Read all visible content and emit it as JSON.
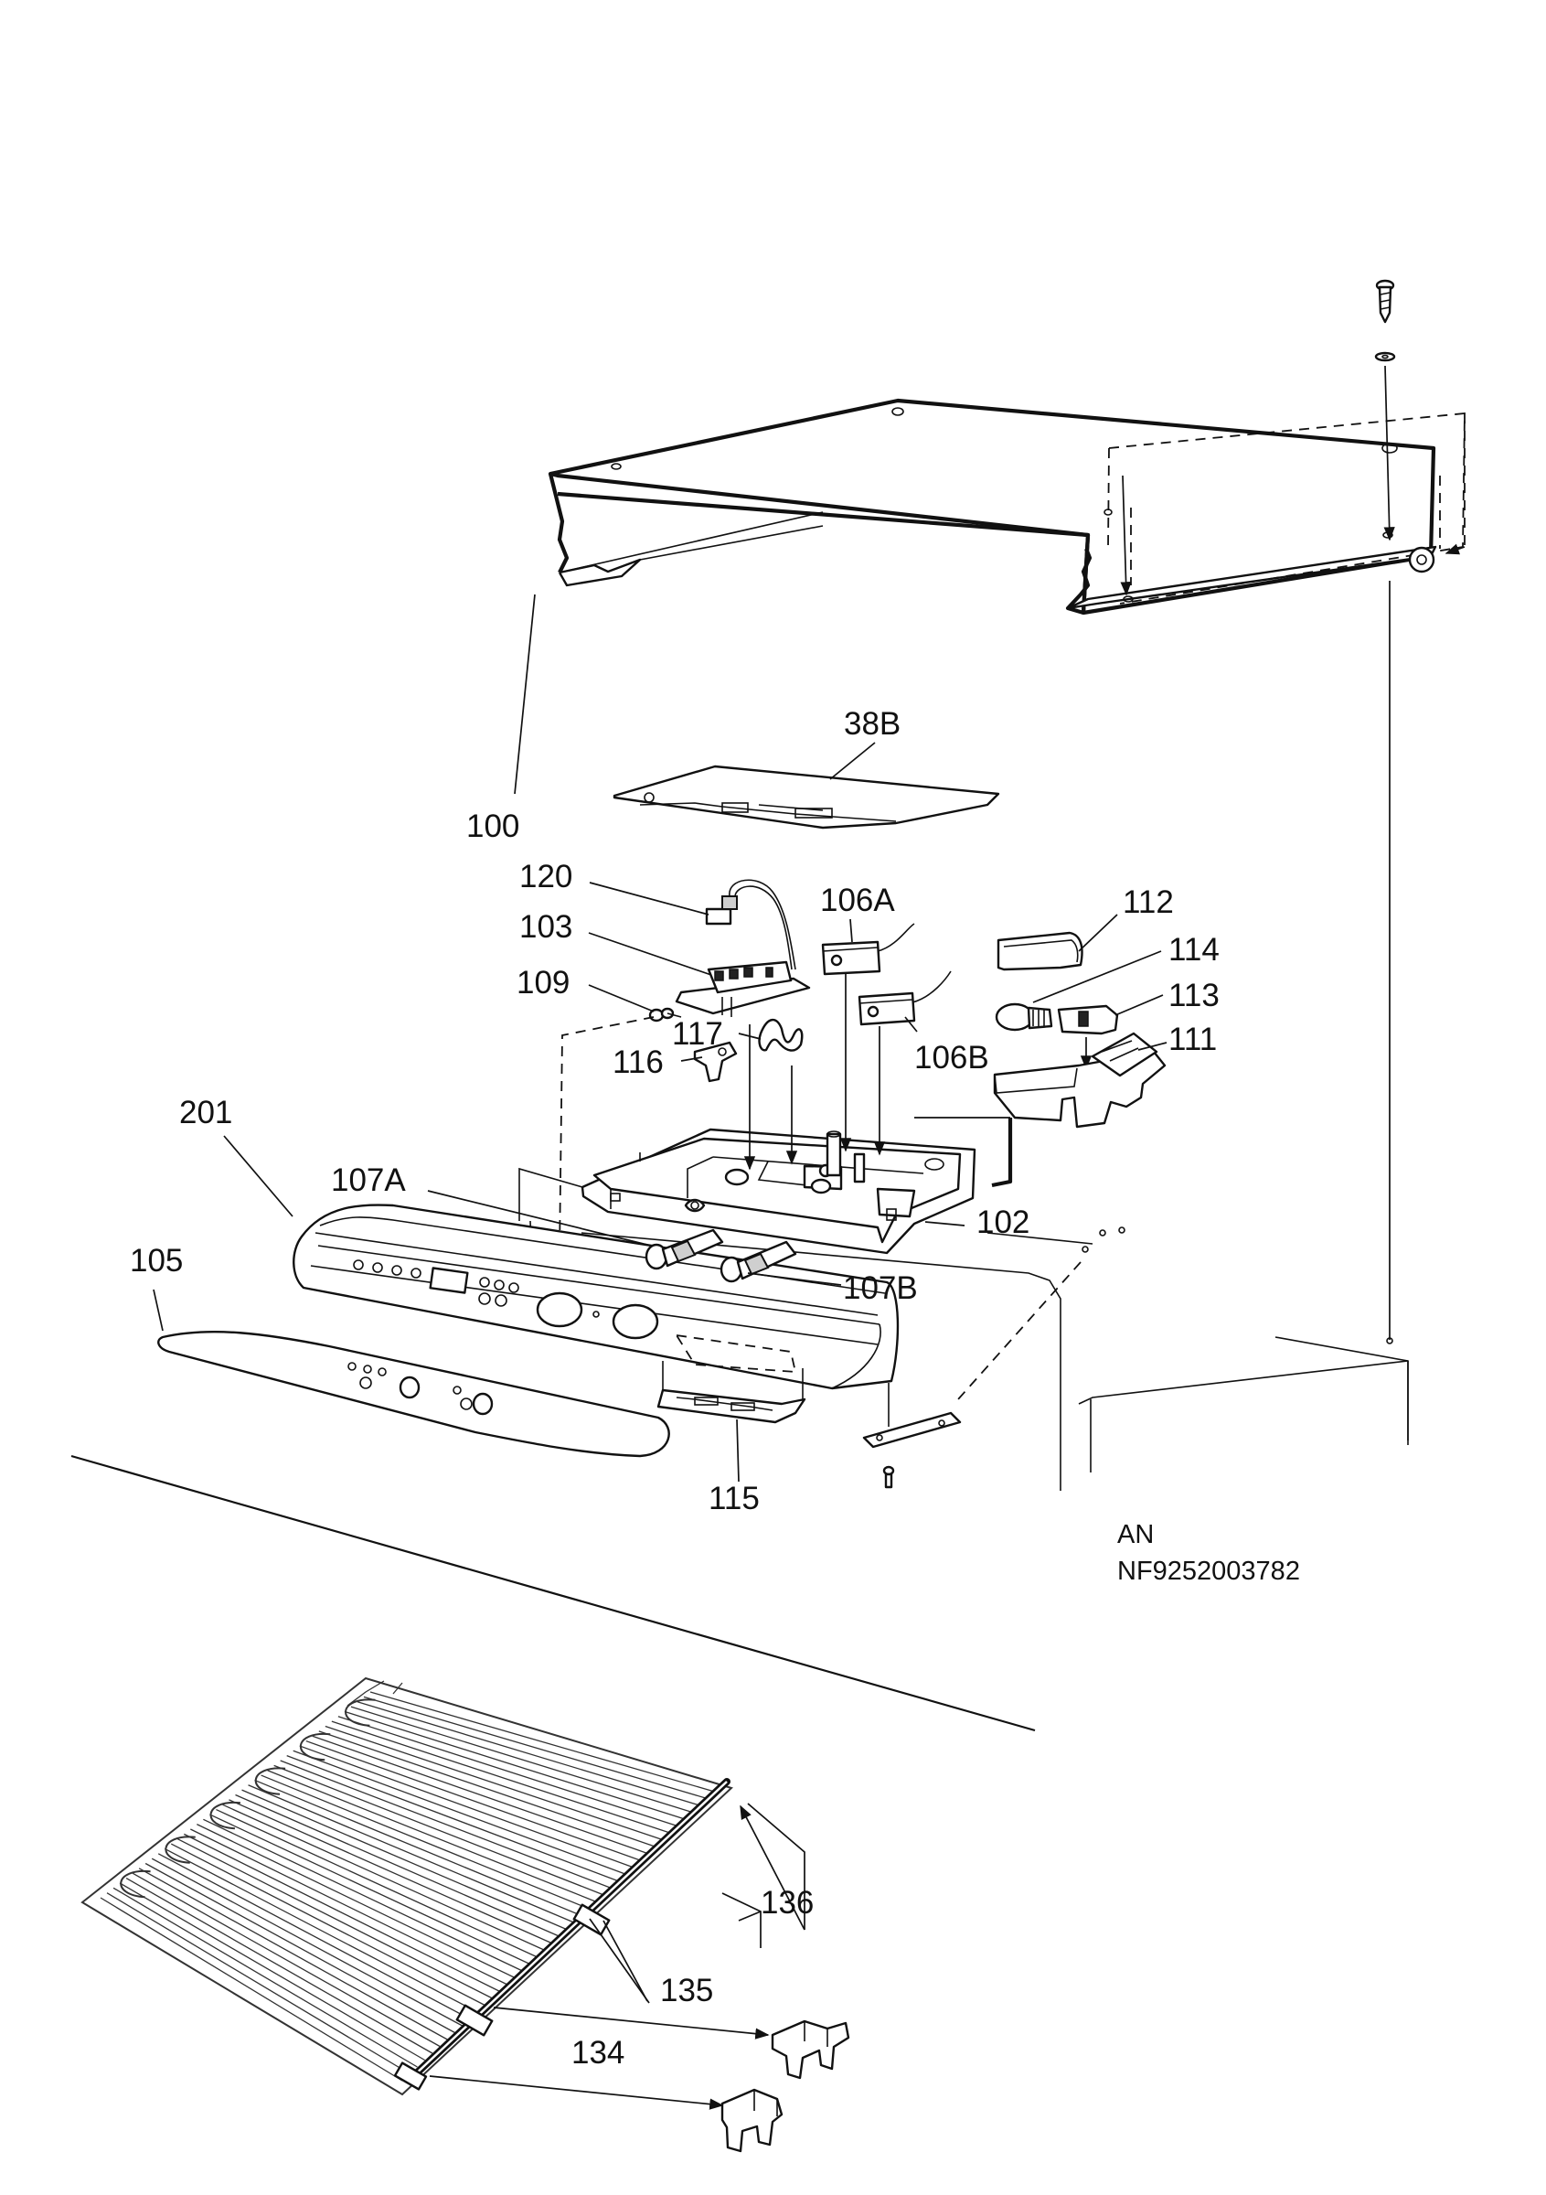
{
  "labels": [
    {
      "id": "p38B",
      "text": "38B"
    },
    {
      "id": "p100",
      "text": "100"
    },
    {
      "id": "p120",
      "text": "120"
    },
    {
      "id": "p103",
      "text": "103"
    },
    {
      "id": "p109",
      "text": "109"
    },
    {
      "id": "p117",
      "text": "117"
    },
    {
      "id": "p116",
      "text": "116"
    },
    {
      "id": "p106A",
      "text": "106A"
    },
    {
      "id": "p106B",
      "text": "106B"
    },
    {
      "id": "p112",
      "text": "112"
    },
    {
      "id": "p114",
      "text": "114"
    },
    {
      "id": "p113",
      "text": "113"
    },
    {
      "id": "p111",
      "text": "111"
    },
    {
      "id": "p201",
      "text": "201"
    },
    {
      "id": "p107A",
      "text": "107A"
    },
    {
      "id": "p107B",
      "text": "107B"
    },
    {
      "id": "p102",
      "text": "102"
    },
    {
      "id": "p105",
      "text": "105"
    },
    {
      "id": "p115",
      "text": "115"
    },
    {
      "id": "p136",
      "text": "136"
    },
    {
      "id": "p135",
      "text": "135"
    },
    {
      "id": "p134",
      "text": "134"
    }
  ],
  "doc_code": {
    "line1": "AN",
    "line2": "NF9252003782"
  }
}
